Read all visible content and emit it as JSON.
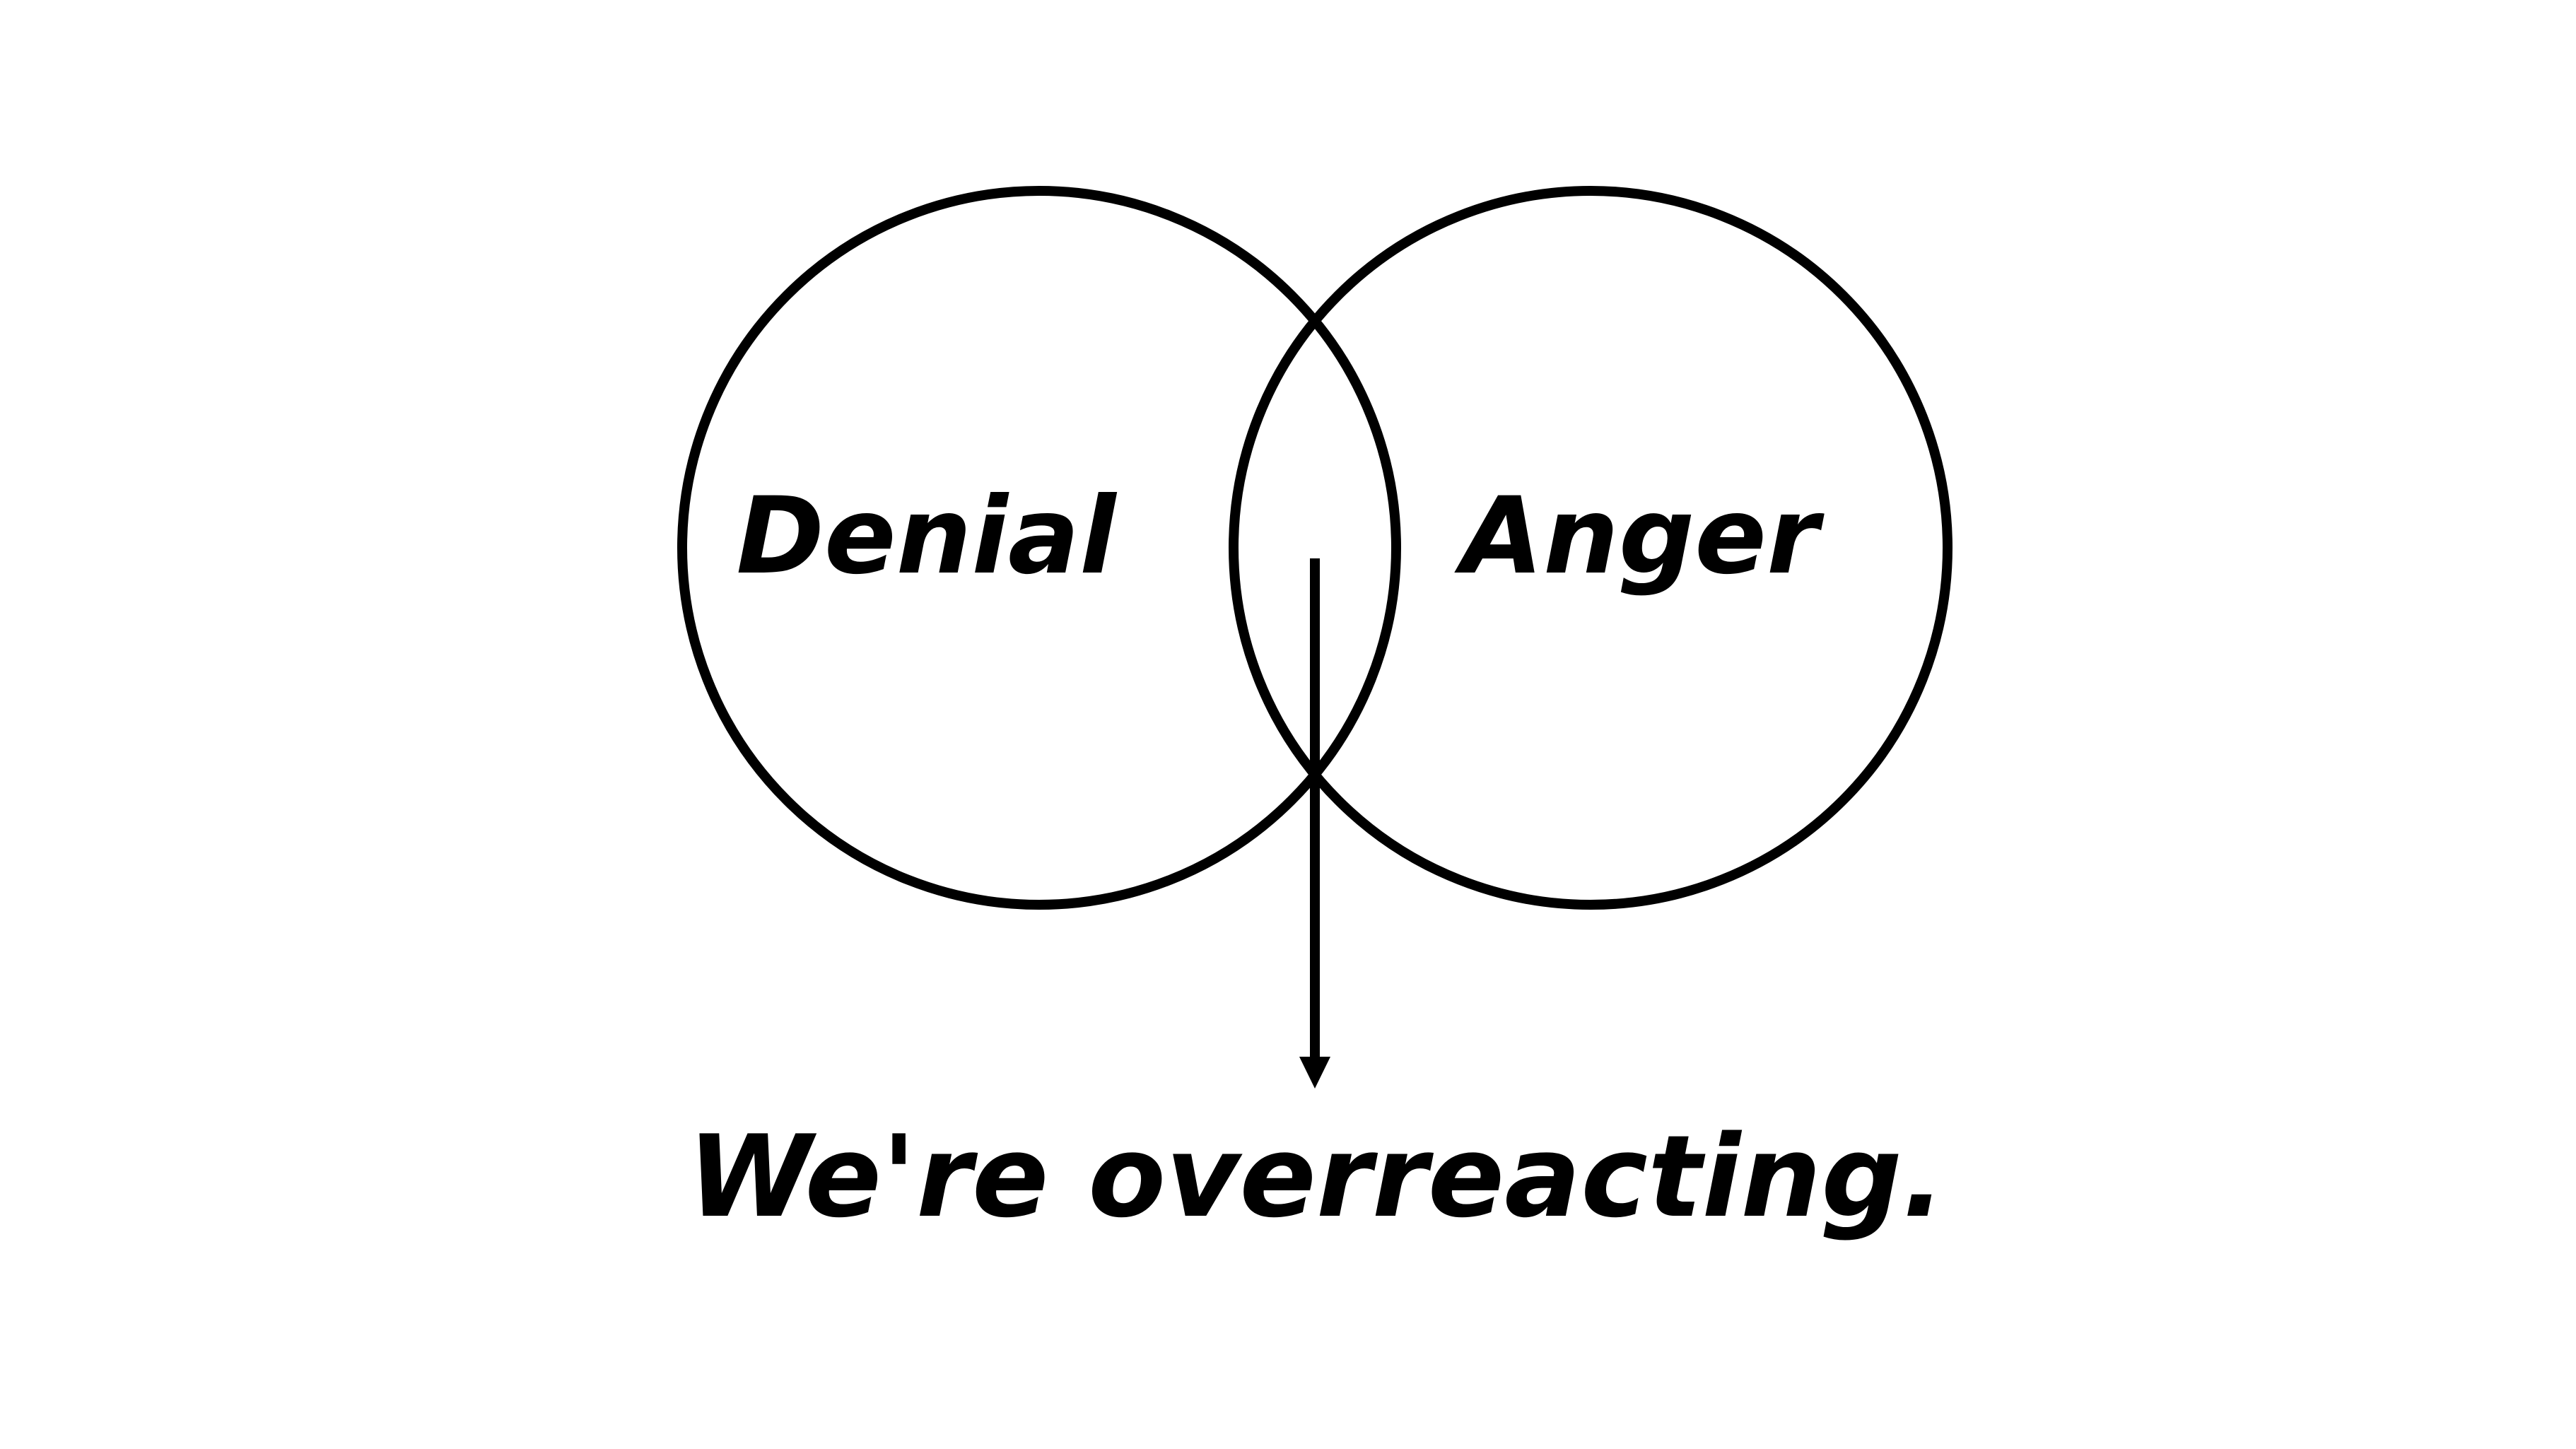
{
  "diagram": {
    "left_set_label": "Denial",
    "right_set_label": "Anger",
    "intersection_caption": "We're overreacting.",
    "colors": {
      "stroke": "#000000",
      "background": "#ffffff"
    }
  }
}
